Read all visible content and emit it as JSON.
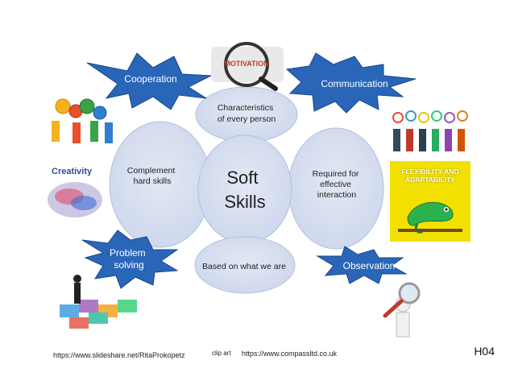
{
  "center": {
    "line1": "Soft",
    "line2": "Skills"
  },
  "satellites": {
    "top": [
      "Characteristics",
      "of every person"
    ],
    "left": [
      "Complement",
      "hard skills"
    ],
    "right": [
      "Required for",
      "effective",
      "interaction"
    ],
    "bottom": [
      "Based on what we are"
    ]
  },
  "callouts": {
    "cooperation": "Cooperation",
    "communication": "Communication",
    "problem_solving": [
      "Problem",
      "solving"
    ],
    "observation": "Observation"
  },
  "images": {
    "motivation_label": "MOTIVATION",
    "creativity_label": "Creativity",
    "flexibility_label": [
      "FLEXIBILITY AND",
      "ADAPTABILITY"
    ]
  },
  "footer": {
    "source_left": "https://www.slideshare.net/RitaProkopetz",
    "clip_art": "clip art",
    "source_right": "https://www.compassltd.co.uk",
    "code": "H04"
  },
  "colors": {
    "ellipse_fill": "#d6deef",
    "ellipse_stroke": "#b3bfdc",
    "star_fill": "#2a66b8",
    "star_stroke": "#16468c",
    "badge_bg": "#f2e000"
  }
}
